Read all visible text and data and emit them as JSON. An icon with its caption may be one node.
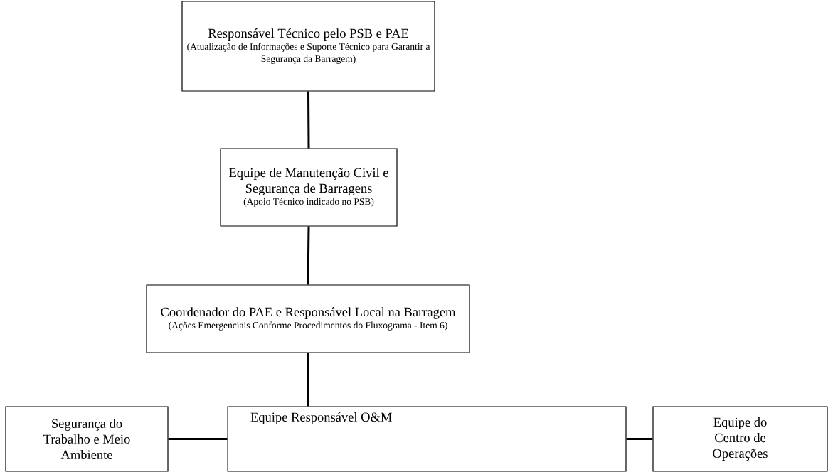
{
  "diagram": {
    "nodes": [
      {
        "text": [
          "Responsável Técnico pelo PSB e PAE",
          "(Atualização de Informações e Suporte Técnico para Garantir a Segurança da Barragem)"
        ]
      },
      {
        "text": [
          "Equipe de Manutenção Civil e Segurança de Barragens",
          "(Apoio Técnico indicado no PSB)"
        ]
      },
      {
        "text": [
          "Coordenador do PAE e Responsável Local na Barragem",
          "(Ações Emergenciais Conforme Procedimentos do Fluxograma - Item 6)"
        ]
      },
      {
        "text": [
          "Segurança do Trabalho e Meio Ambiente"
        ]
      },
      {
        "text": [
          "Equipe Responsável O&M"
        ]
      },
      {
        "text": [
          "Equipe do Centro de Operações"
        ]
      }
    ],
    "edges": [
      {
        "from": 0,
        "to": 1,
        "arrow": "none"
      },
      {
        "from": 1,
        "to": 2,
        "arrow": "none"
      },
      {
        "from": 2,
        "to": 4,
        "arrow": "none"
      },
      {
        "from": 3,
        "to": 4,
        "arrow": "none"
      },
      {
        "from": 4,
        "to": 5,
        "arrow": "none"
      }
    ]
  }
}
